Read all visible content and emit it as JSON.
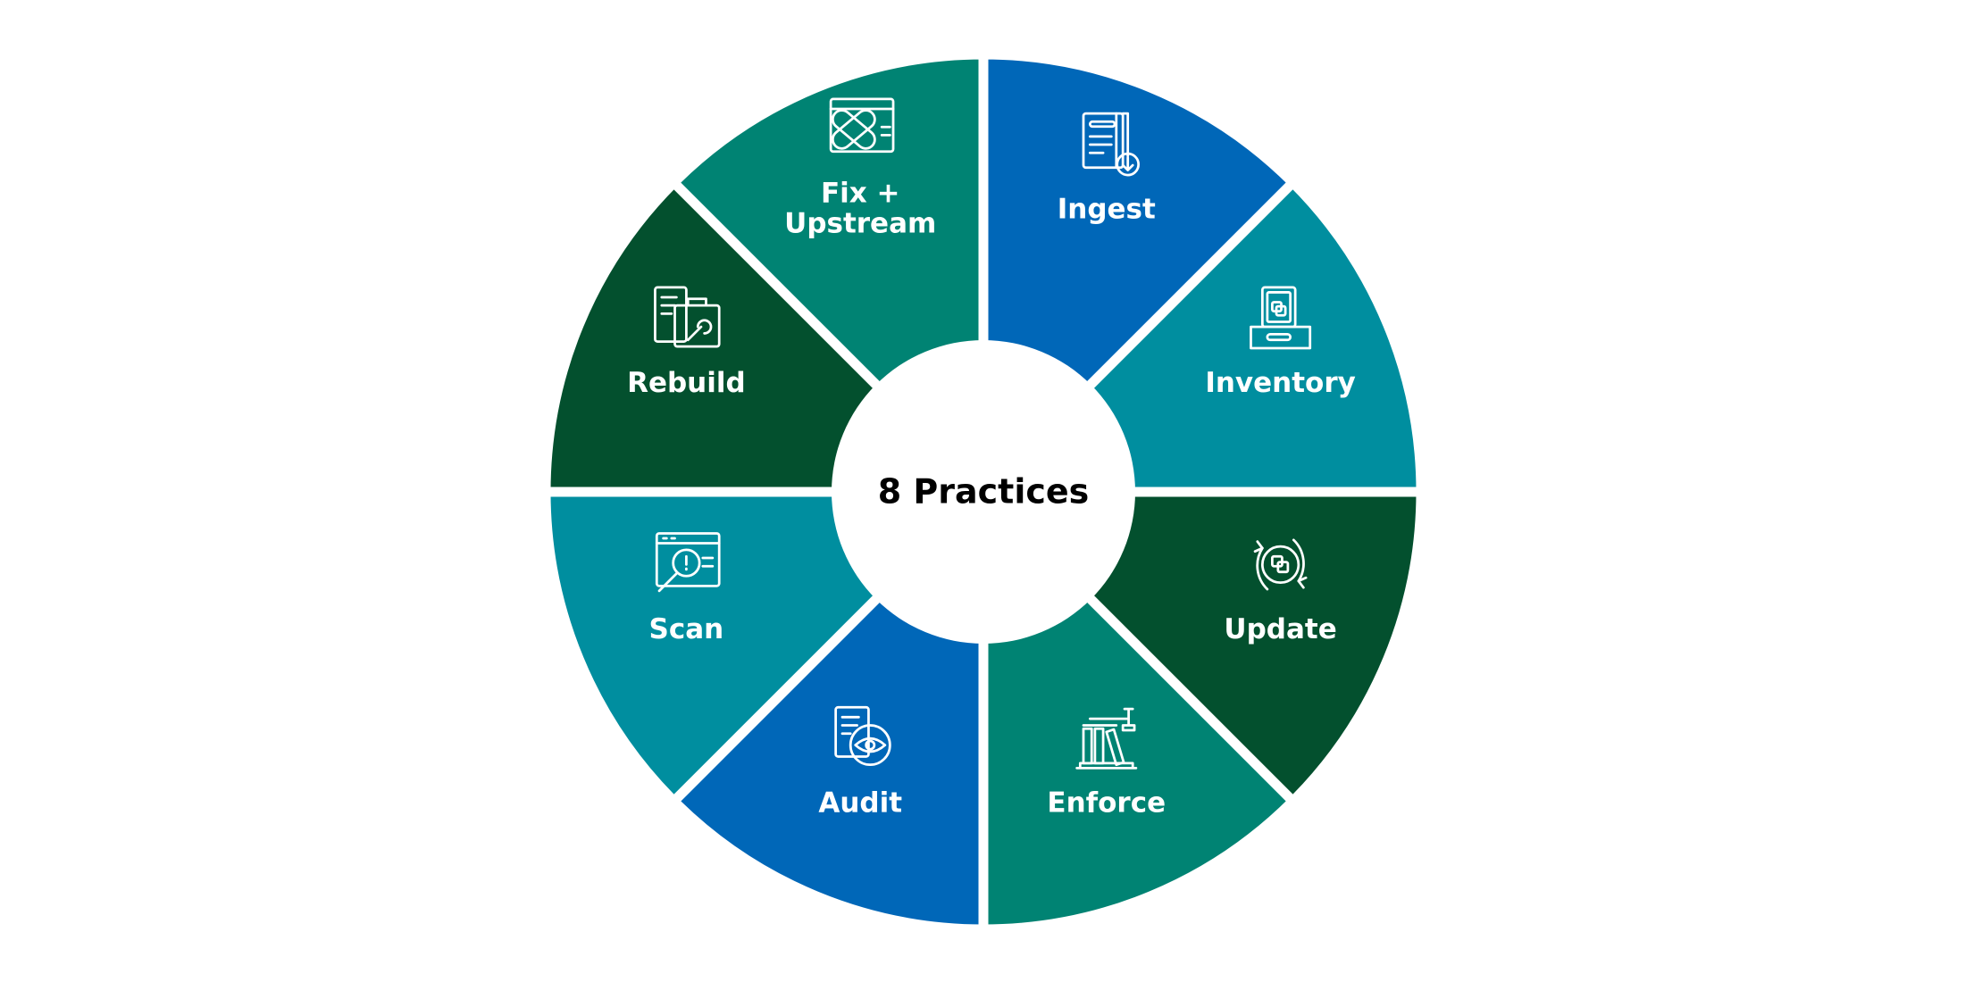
{
  "center_title": "8 Practices",
  "colors": {
    "blue": "#0067b8",
    "teal": "#008e9f",
    "green": "#008373",
    "dark_green": "#03502e",
    "background": "#ffffff",
    "text_light": "#ffffff",
    "text_dark": "#000000"
  },
  "segments": [
    {
      "label": "Ingest",
      "color": "#0067b8",
      "icon": "document-download-icon"
    },
    {
      "label": "Inventory",
      "color": "#008e9f",
      "icon": "package-inventory-icon"
    },
    {
      "label": "Update",
      "color": "#03502e",
      "icon": "refresh-cycle-icon"
    },
    {
      "label": "Enforce",
      "color": "#008373",
      "icon": "policy-gavel-icon"
    },
    {
      "label": "Audit",
      "color": "#0067b8",
      "icon": "document-eye-icon"
    },
    {
      "label": "Scan",
      "color": "#008e9f",
      "icon": "magnifier-alert-icon"
    },
    {
      "label": "Rebuild",
      "color": "#03502e",
      "icon": "document-toolbox-icon"
    },
    {
      "label": "Fix +|Upstream",
      "color": "#008373",
      "icon": "bandage-patch-icon"
    }
  ]
}
